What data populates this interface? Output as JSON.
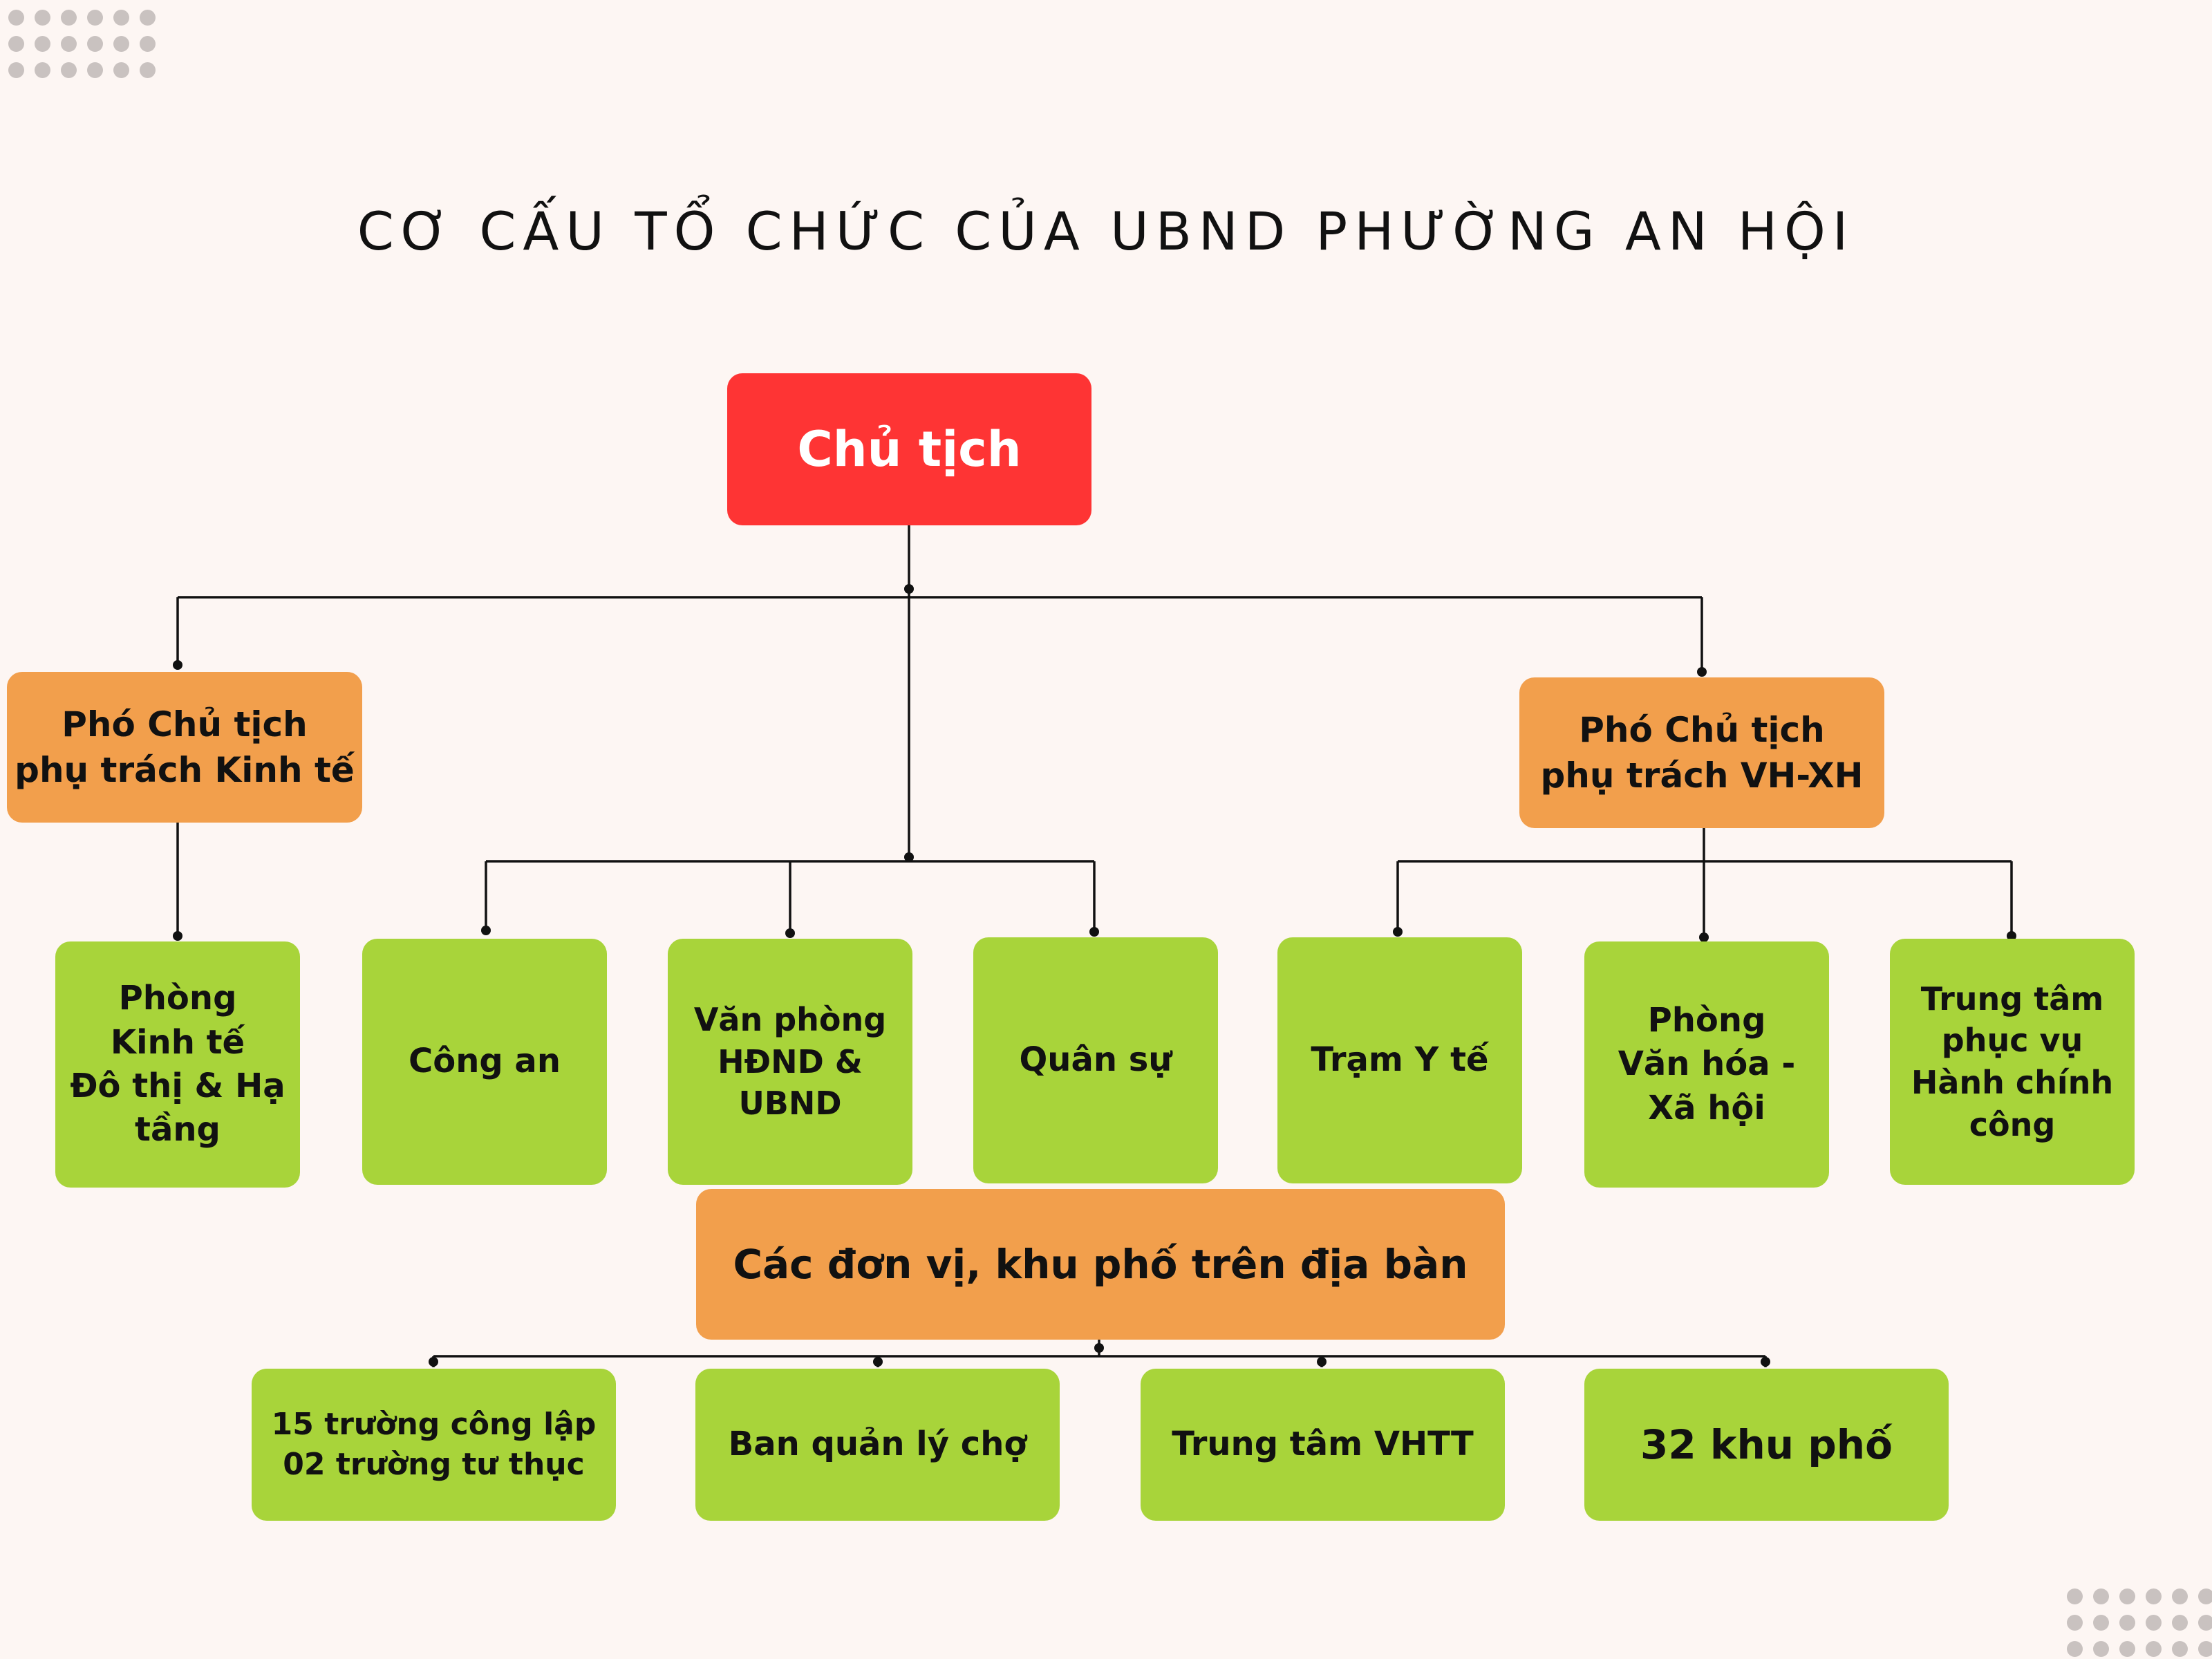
{
  "title": "CƠ CẤU TỔ CHỨC CỦA UBND PHƯỜNG AN HỘI",
  "nodes": {
    "chairman": "Chủ tịch",
    "vice_economy": "Phó Chủ tịch\nphụ trách Kinh tế",
    "vice_culture": "Phó Chủ tịch\nphụ trách VH-XH",
    "dept_economy": "Phòng\nKinh tế\nĐô thị & Hạ\ntầng",
    "police": "Công an",
    "office": "Văn phòng\nHĐND &\nUBND",
    "military": "Quân sự",
    "health": "Trạm Y tế",
    "dept_culture": "Phòng\nVăn hóa -\nXã hội",
    "admin_center": "Trung tâm\nphục vụ\nHành chính\ncông",
    "local_units": "Các đơn vị, khu phố trên địa bàn",
    "schools": "15 trường công lập\n02 trường tư thục",
    "market": "Ban quản lý chợ",
    "culture_center": "Trung tâm VHTT",
    "wards": "32 khu phố"
  },
  "colors": {
    "chairman": "#fe3434",
    "vice": "#f29f4c",
    "unit": "#a8d43a",
    "background": "#fdf6f3",
    "connector": "#111111"
  }
}
